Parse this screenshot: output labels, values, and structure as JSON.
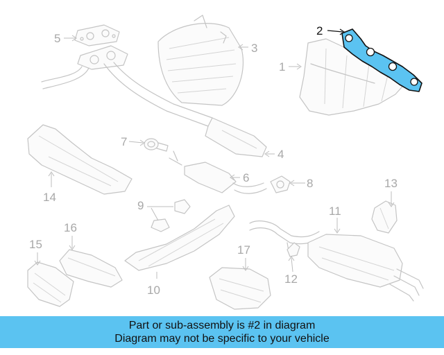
{
  "callouts": {
    "c1": "1",
    "c2": "2",
    "c3": "3",
    "c4": "4",
    "c5": "5",
    "c6": "6",
    "c7": "7",
    "c8": "8",
    "c9": "9",
    "c10": "10",
    "c11": "11",
    "c12": "12",
    "c13": "13",
    "c14": "14",
    "c15": "15",
    "c16": "16",
    "c17": "17"
  },
  "highlight_color": "#5bc3f1",
  "banner": {
    "line1": "Part or sub-assembly is #2 in diagram",
    "line2": "Diagram may not be specific to your vehicle"
  }
}
